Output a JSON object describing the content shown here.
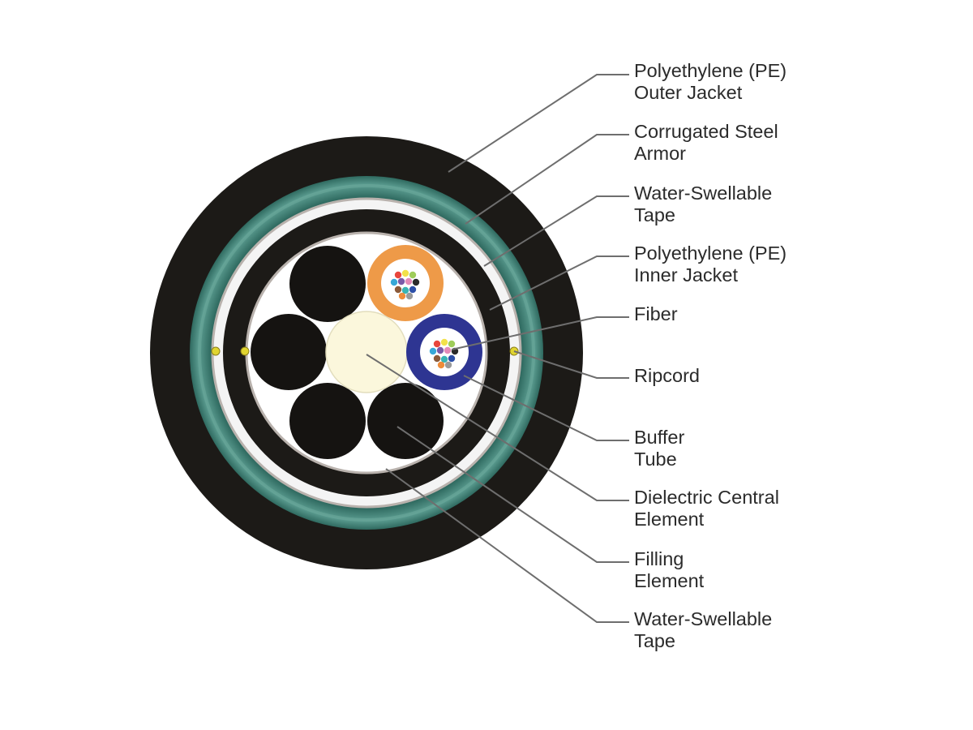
{
  "labels": [
    {
      "id": "outer-jacket",
      "lines": [
        "Polyethylene (PE)",
        "Outer Jacket"
      ]
    },
    {
      "id": "steel-armor",
      "lines": [
        "Corrugated Steel",
        "Armor"
      ]
    },
    {
      "id": "water-tape-outer",
      "lines": [
        "Water-Swellable",
        "Tape"
      ]
    },
    {
      "id": "inner-jacket",
      "lines": [
        "Polyethylene (PE)",
        "Inner Jacket"
      ]
    },
    {
      "id": "fiber",
      "lines": [
        "Fiber"
      ]
    },
    {
      "id": "ripcord",
      "lines": [
        "Ripcord"
      ]
    },
    {
      "id": "buffer-tube",
      "lines": [
        "Buffer",
        "Tube"
      ]
    },
    {
      "id": "central-element",
      "lines": [
        "Dielectric Central",
        "Element"
      ]
    },
    {
      "id": "filling-element",
      "lines": [
        "Filling",
        "Element"
      ]
    },
    {
      "id": "water-tape-inner",
      "lines": [
        "Water-Swellable",
        "Tape"
      ]
    }
  ],
  "colors": {
    "outer_jacket": "#1c1a17",
    "armor": "#3f7e72",
    "inner_jacket": "#1c1a17",
    "filler": "#151311",
    "central_element": "#fbf7dc",
    "buffer_tube_orange": "#ee9a48",
    "buffer_tube_blue": "#2e3592",
    "ripcord": "#e0d430",
    "leader_line": "#6e6e6e"
  },
  "fiber_colors": [
    "#e8463c",
    "#f2e14a",
    "#9fcd5a",
    "#37a8d8",
    "#7a5aa8",
    "#e48ab8",
    "#2b2b2b",
    "#8a5a3a",
    "#3ab4b4",
    "#2d4fa8",
    "#ee8c3a",
    "#9a9a9a"
  ]
}
